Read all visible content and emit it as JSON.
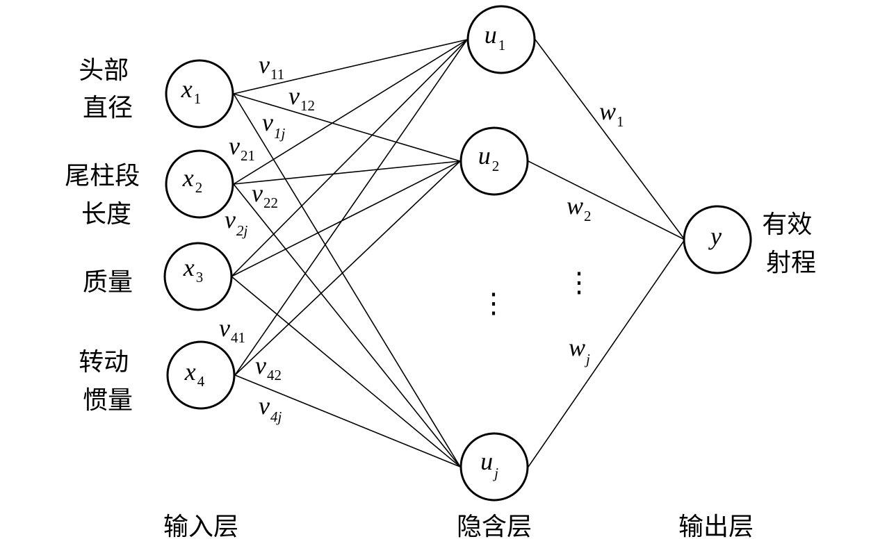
{
  "input_labels": [
    {
      "line1": "头部",
      "line2": "直径"
    },
    {
      "line1": "尾柱段",
      "line2": "长度"
    },
    {
      "line1": "质量",
      "line2": ""
    },
    {
      "line1": "转动",
      "line2": "惯量"
    }
  ],
  "input_nodes": [
    {
      "var": "x",
      "sub": "1"
    },
    {
      "var": "x",
      "sub": "2"
    },
    {
      "var": "x",
      "sub": "3"
    },
    {
      "var": "x",
      "sub": "4"
    }
  ],
  "hidden_nodes": [
    {
      "var": "u",
      "sub": "1"
    },
    {
      "var": "u",
      "sub": "2"
    },
    {
      "var": "u",
      "sub": "j"
    }
  ],
  "output_node": {
    "var": "y",
    "sub": ""
  },
  "output_label": {
    "line1": "有效",
    "line2": "射程"
  },
  "input_weights": [
    {
      "var": "v",
      "sub": "11"
    },
    {
      "var": "v",
      "sub": "12"
    },
    {
      "var": "v",
      "sub": "1j"
    },
    {
      "var": "v",
      "sub": "21"
    },
    {
      "var": "v",
      "sub": "22"
    },
    {
      "var": "v",
      "sub": "2j"
    },
    {
      "var": "v",
      "sub": "41"
    },
    {
      "var": "v",
      "sub": "42"
    },
    {
      "var": "v",
      "sub": "4j"
    }
  ],
  "output_weights": [
    {
      "var": "w",
      "sub": "1"
    },
    {
      "var": "w",
      "sub": "2"
    },
    {
      "var": "w",
      "sub": "j"
    }
  ],
  "ellipsis": "⋮",
  "layer_titles": {
    "input": "输入层",
    "hidden": "隐含层",
    "output": "输出层"
  }
}
